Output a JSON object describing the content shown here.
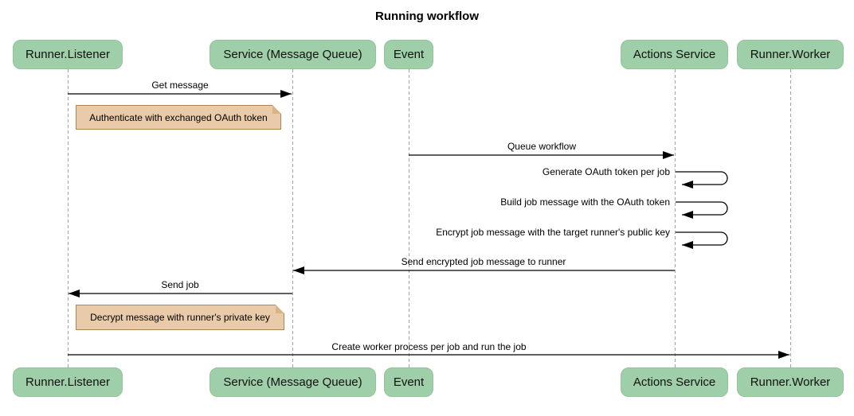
{
  "title": "Running workflow",
  "colors": {
    "actor_fill": "#9ecfa8",
    "actor_border": "#93c29c",
    "note_fill": "#eacba9",
    "note_border": "#ab8653",
    "arrow": "#000000",
    "lifeline": "#a3a3a3",
    "background": "#ffffff"
  },
  "actors": [
    {
      "id": "runner-listener",
      "label": "Runner.Listener"
    },
    {
      "id": "service-message-queue",
      "label": "Service (Message Queue)"
    },
    {
      "id": "event",
      "label": "Event"
    },
    {
      "id": "actions-service",
      "label": "Actions Service"
    },
    {
      "id": "runner-worker",
      "label": "Runner.Worker"
    }
  ],
  "messages": [
    {
      "label": "Get message",
      "from": "Runner.Listener",
      "to": "Service (Message Queue)",
      "kind": "solid-arrow"
    },
    {
      "label": "Queue workflow",
      "from": "Event",
      "to": "Actions Service",
      "kind": "solid-arrow"
    },
    {
      "label": "Generate OAuth token per job",
      "from": "Actions Service",
      "to": "Actions Service",
      "kind": "self-loop"
    },
    {
      "label": "Build job message with the OAuth token",
      "from": "Actions Service",
      "to": "Actions Service",
      "kind": "self-loop"
    },
    {
      "label": "Encrypt job message with the target runner's public key",
      "from": "Actions Service",
      "to": "Actions Service",
      "kind": "self-loop"
    },
    {
      "label": "Send encrypted job message to runner",
      "from": "Actions Service",
      "to": "Service (Message Queue)",
      "kind": "solid-arrow"
    },
    {
      "label": "Send job",
      "from": "Service (Message Queue)",
      "to": "Runner.Listener",
      "kind": "solid-arrow"
    },
    {
      "label": "Create worker process per job and run the job",
      "from": "Runner.Listener",
      "to": "Runner.Worker",
      "kind": "solid-arrow"
    }
  ],
  "notes": [
    {
      "label": "Authenticate with exchanged OAuth token",
      "anchor": "Runner.Listener"
    },
    {
      "label": "Decrypt message with runner's private key",
      "anchor": "Runner.Listener"
    }
  ]
}
